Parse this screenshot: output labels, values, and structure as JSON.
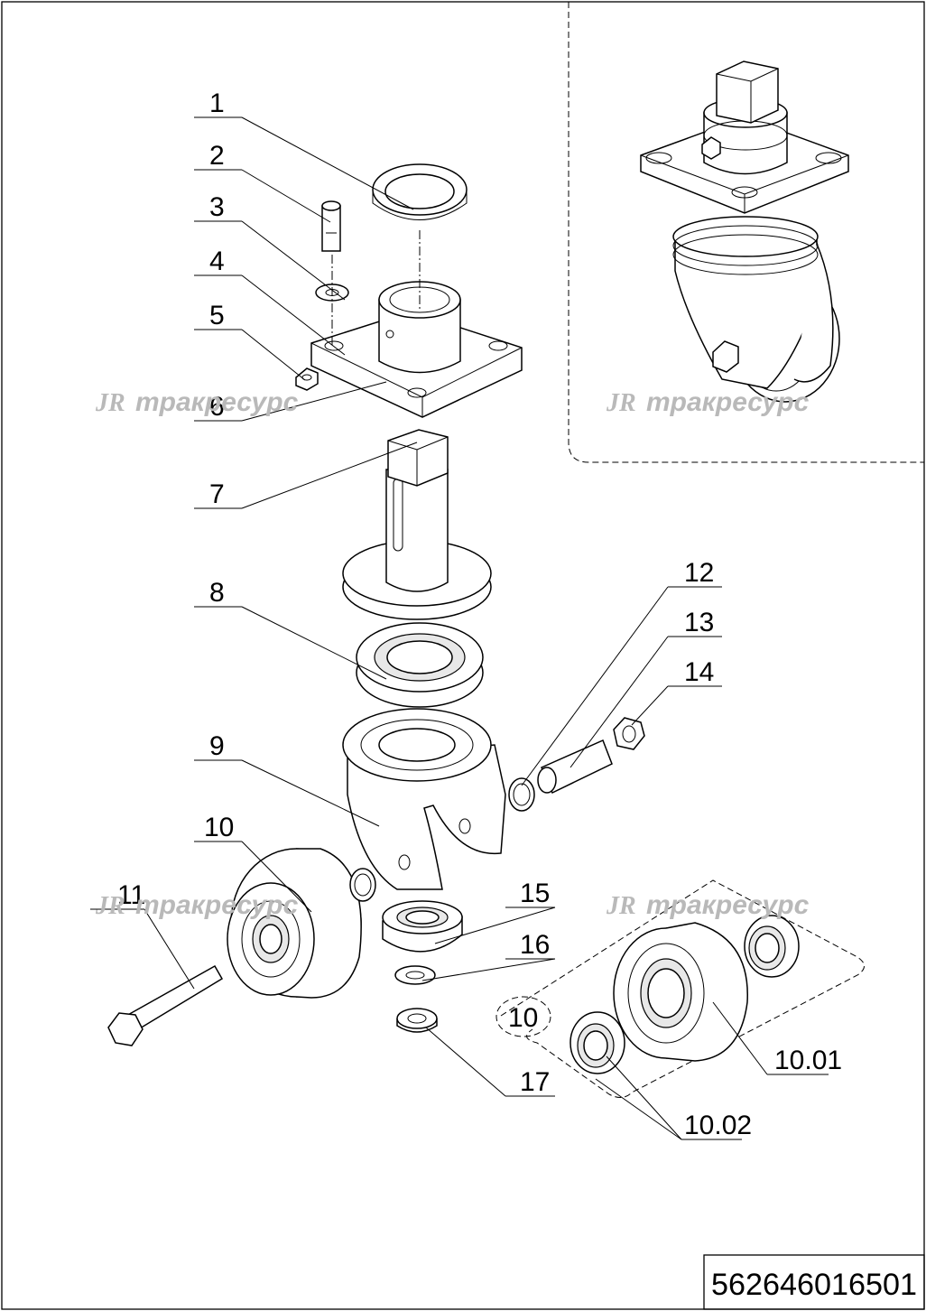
{
  "drawing": {
    "part_number": "562646016501",
    "watermark_logo": "JR",
    "watermark_text": "тракресурс"
  },
  "callouts": {
    "c1": "1",
    "c2": "2",
    "c3": "3",
    "c4": "4",
    "c5": "5",
    "c6": "6",
    "c7": "7",
    "c8": "8",
    "c9": "9",
    "c10": "10",
    "c11": "11",
    "c12": "12",
    "c13": "13",
    "c14": "14",
    "c15": "15",
    "c16": "16",
    "c17": "17",
    "c10_sub": "10",
    "c10_01": "10.01",
    "c10_02": "10.02"
  }
}
